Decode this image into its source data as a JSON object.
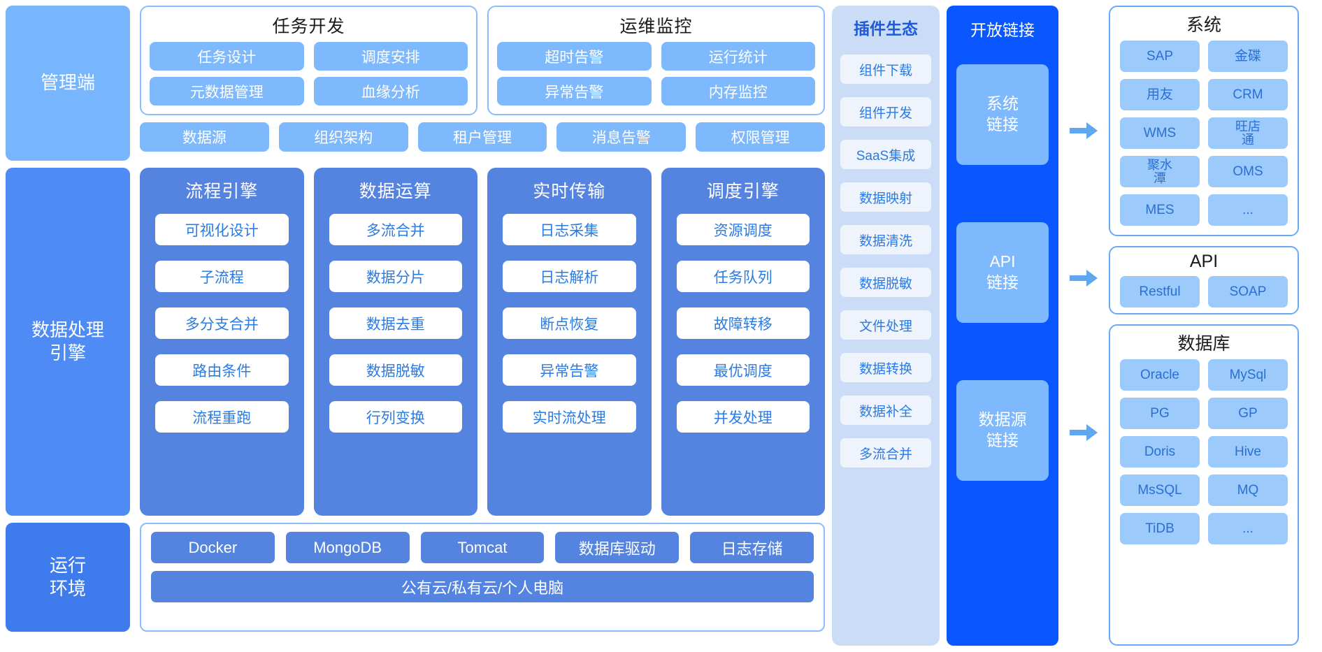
{
  "rails": {
    "admin": "管理端",
    "engine": "数据处理\n引擎",
    "engine_line1": "数据处理",
    "engine_line2": "引擎",
    "runtime_line1": "运行",
    "runtime_line2": "环境"
  },
  "top_panels": [
    {
      "title": "任务开发",
      "items": [
        "任务设计",
        "调度安排",
        "元数据管理",
        "血缘分析"
      ]
    },
    {
      "title": "运维监控",
      "items": [
        "超时告警",
        "运行统计",
        "异常告警",
        "内存监控"
      ]
    }
  ],
  "admin_strip": [
    "数据源",
    "组织架构",
    "租户管理",
    "消息告警",
    "权限管理"
  ],
  "engines": [
    {
      "title": "流程引擎",
      "items": [
        "可视化设计",
        "子流程",
        "多分支合并",
        "路由条件",
        "流程重跑"
      ]
    },
    {
      "title": "数据运算",
      "items": [
        "多流合并",
        "数据分片",
        "数据去重",
        "数据脱敏",
        "行列变换"
      ]
    },
    {
      "title": "实时传输",
      "items": [
        "日志采集",
        "日志解析",
        "断点恢复",
        "异常告警",
        "实时流处理"
      ]
    },
    {
      "title": "调度引擎",
      "items": [
        "资源调度",
        "任务队列",
        "故障转移",
        "最优调度",
        "并发处理"
      ]
    }
  ],
  "runtime": {
    "chips": [
      "Docker",
      "MongoDB",
      "Tomcat",
      "数据库驱动",
      "日志存储"
    ],
    "wide": "公有云/私有云/个人电脑"
  },
  "plugins": {
    "title": "插件生态",
    "items": [
      "组件下载",
      "组件开发",
      "SaaS集成",
      "数据映射",
      "数据清洗",
      "数据脱敏",
      "文件处理",
      "数据转换",
      "数据补全",
      "多流合并"
    ]
  },
  "openlink": {
    "title": "开放链接",
    "items": [
      {
        "line1": "系统",
        "line2": "链接"
      },
      {
        "line1": "API",
        "line2": "链接"
      },
      {
        "line1": "数据源",
        "line2": "链接"
      }
    ]
  },
  "targets": [
    {
      "title": "系统",
      "items": [
        "SAP",
        "金碟",
        "用友",
        "CRM",
        "WMS",
        "旺店\n通",
        "聚水\n潭",
        "OMS",
        "MES",
        "..."
      ]
    },
    {
      "title": "API",
      "items": [
        "Restful",
        "SOAP"
      ]
    },
    {
      "title": "数据库",
      "items": [
        "Oracle",
        "MySql",
        "PG",
        "GP",
        "Doris",
        "Hive",
        "MsSQL",
        "MQ",
        "TiDB",
        "..."
      ]
    }
  ],
  "colors": {
    "light_blue": "#77B5FC",
    "mid_blue": "#5584E0",
    "engine_rail": "#4E8BF5",
    "runtime_rail": "#3E7BED",
    "deep_blue": "#0A57FF",
    "plugin_bg": "#CBDCF7",
    "plugin_item": "#EEF3FC",
    "target_chip": "#9CCAFB",
    "border_blue": "#68AAF9",
    "arrow": "#5FA8F0"
  },
  "icons": {
    "arrow": "arrow-right-icon"
  }
}
